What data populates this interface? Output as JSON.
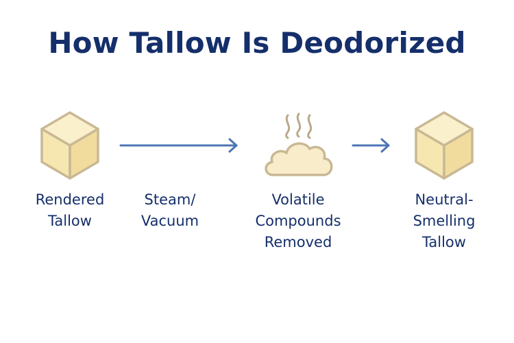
{
  "title": "How Tallow Is Deodorized",
  "colors": {
    "title_text": "#152f6b",
    "label_text": "#152f6b",
    "arrow": "#4d74b4",
    "cube_face_top": "#fbf0cc",
    "cube_face_left": "#f6e6b0",
    "cube_face_right": "#f1dc9e",
    "cube_outline": "#c9b894",
    "cloud_fill": "#f8eccb",
    "cloud_outline": "#c9b894",
    "steam": "#b9a98a"
  },
  "steps": [
    {
      "icon": "cube-icon",
      "lines": [
        "Rendered",
        "Tallow"
      ]
    },
    {
      "icon": "arrow-icon",
      "lines": [
        "Steam/",
        "Vacuum"
      ]
    },
    {
      "icon": "steam-cloud-icon",
      "lines": [
        "Volatile",
        "Compounds",
        "Removed"
      ]
    },
    {
      "icon": "cube-icon",
      "lines": [
        "Neutral-",
        "Smelling",
        "Tallow"
      ]
    }
  ]
}
